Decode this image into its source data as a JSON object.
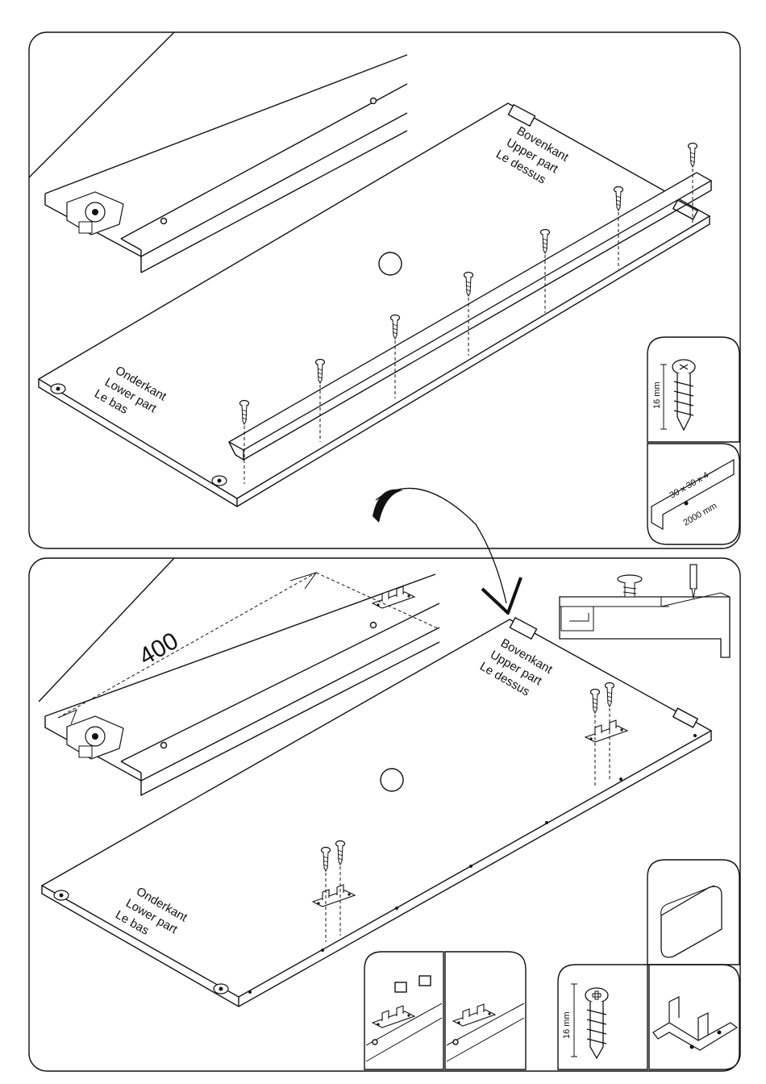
{
  "step1": {
    "upper_label": [
      "Bovenkant",
      "Upper part",
      "Le dessus"
    ],
    "lower_label": [
      "Onderkant",
      "Lower part",
      "Le bas"
    ],
    "screw_length": "16 mm",
    "profile_section": "30 x 30 x 4",
    "profile_length": "2000 mm"
  },
  "step2": {
    "upper_label": [
      "Bovenkant",
      "Upper part",
      "Le dessus"
    ],
    "lower_label": [
      "Onderkant",
      "Lower part",
      "Le bas"
    ],
    "distance": "400",
    "screw_length": "16 mm"
  },
  "icons": [
    "screw-icon",
    "angle-profile-icon",
    "bumper-pad-icon",
    "bracket-icon",
    "curved-arrow-icon"
  ]
}
